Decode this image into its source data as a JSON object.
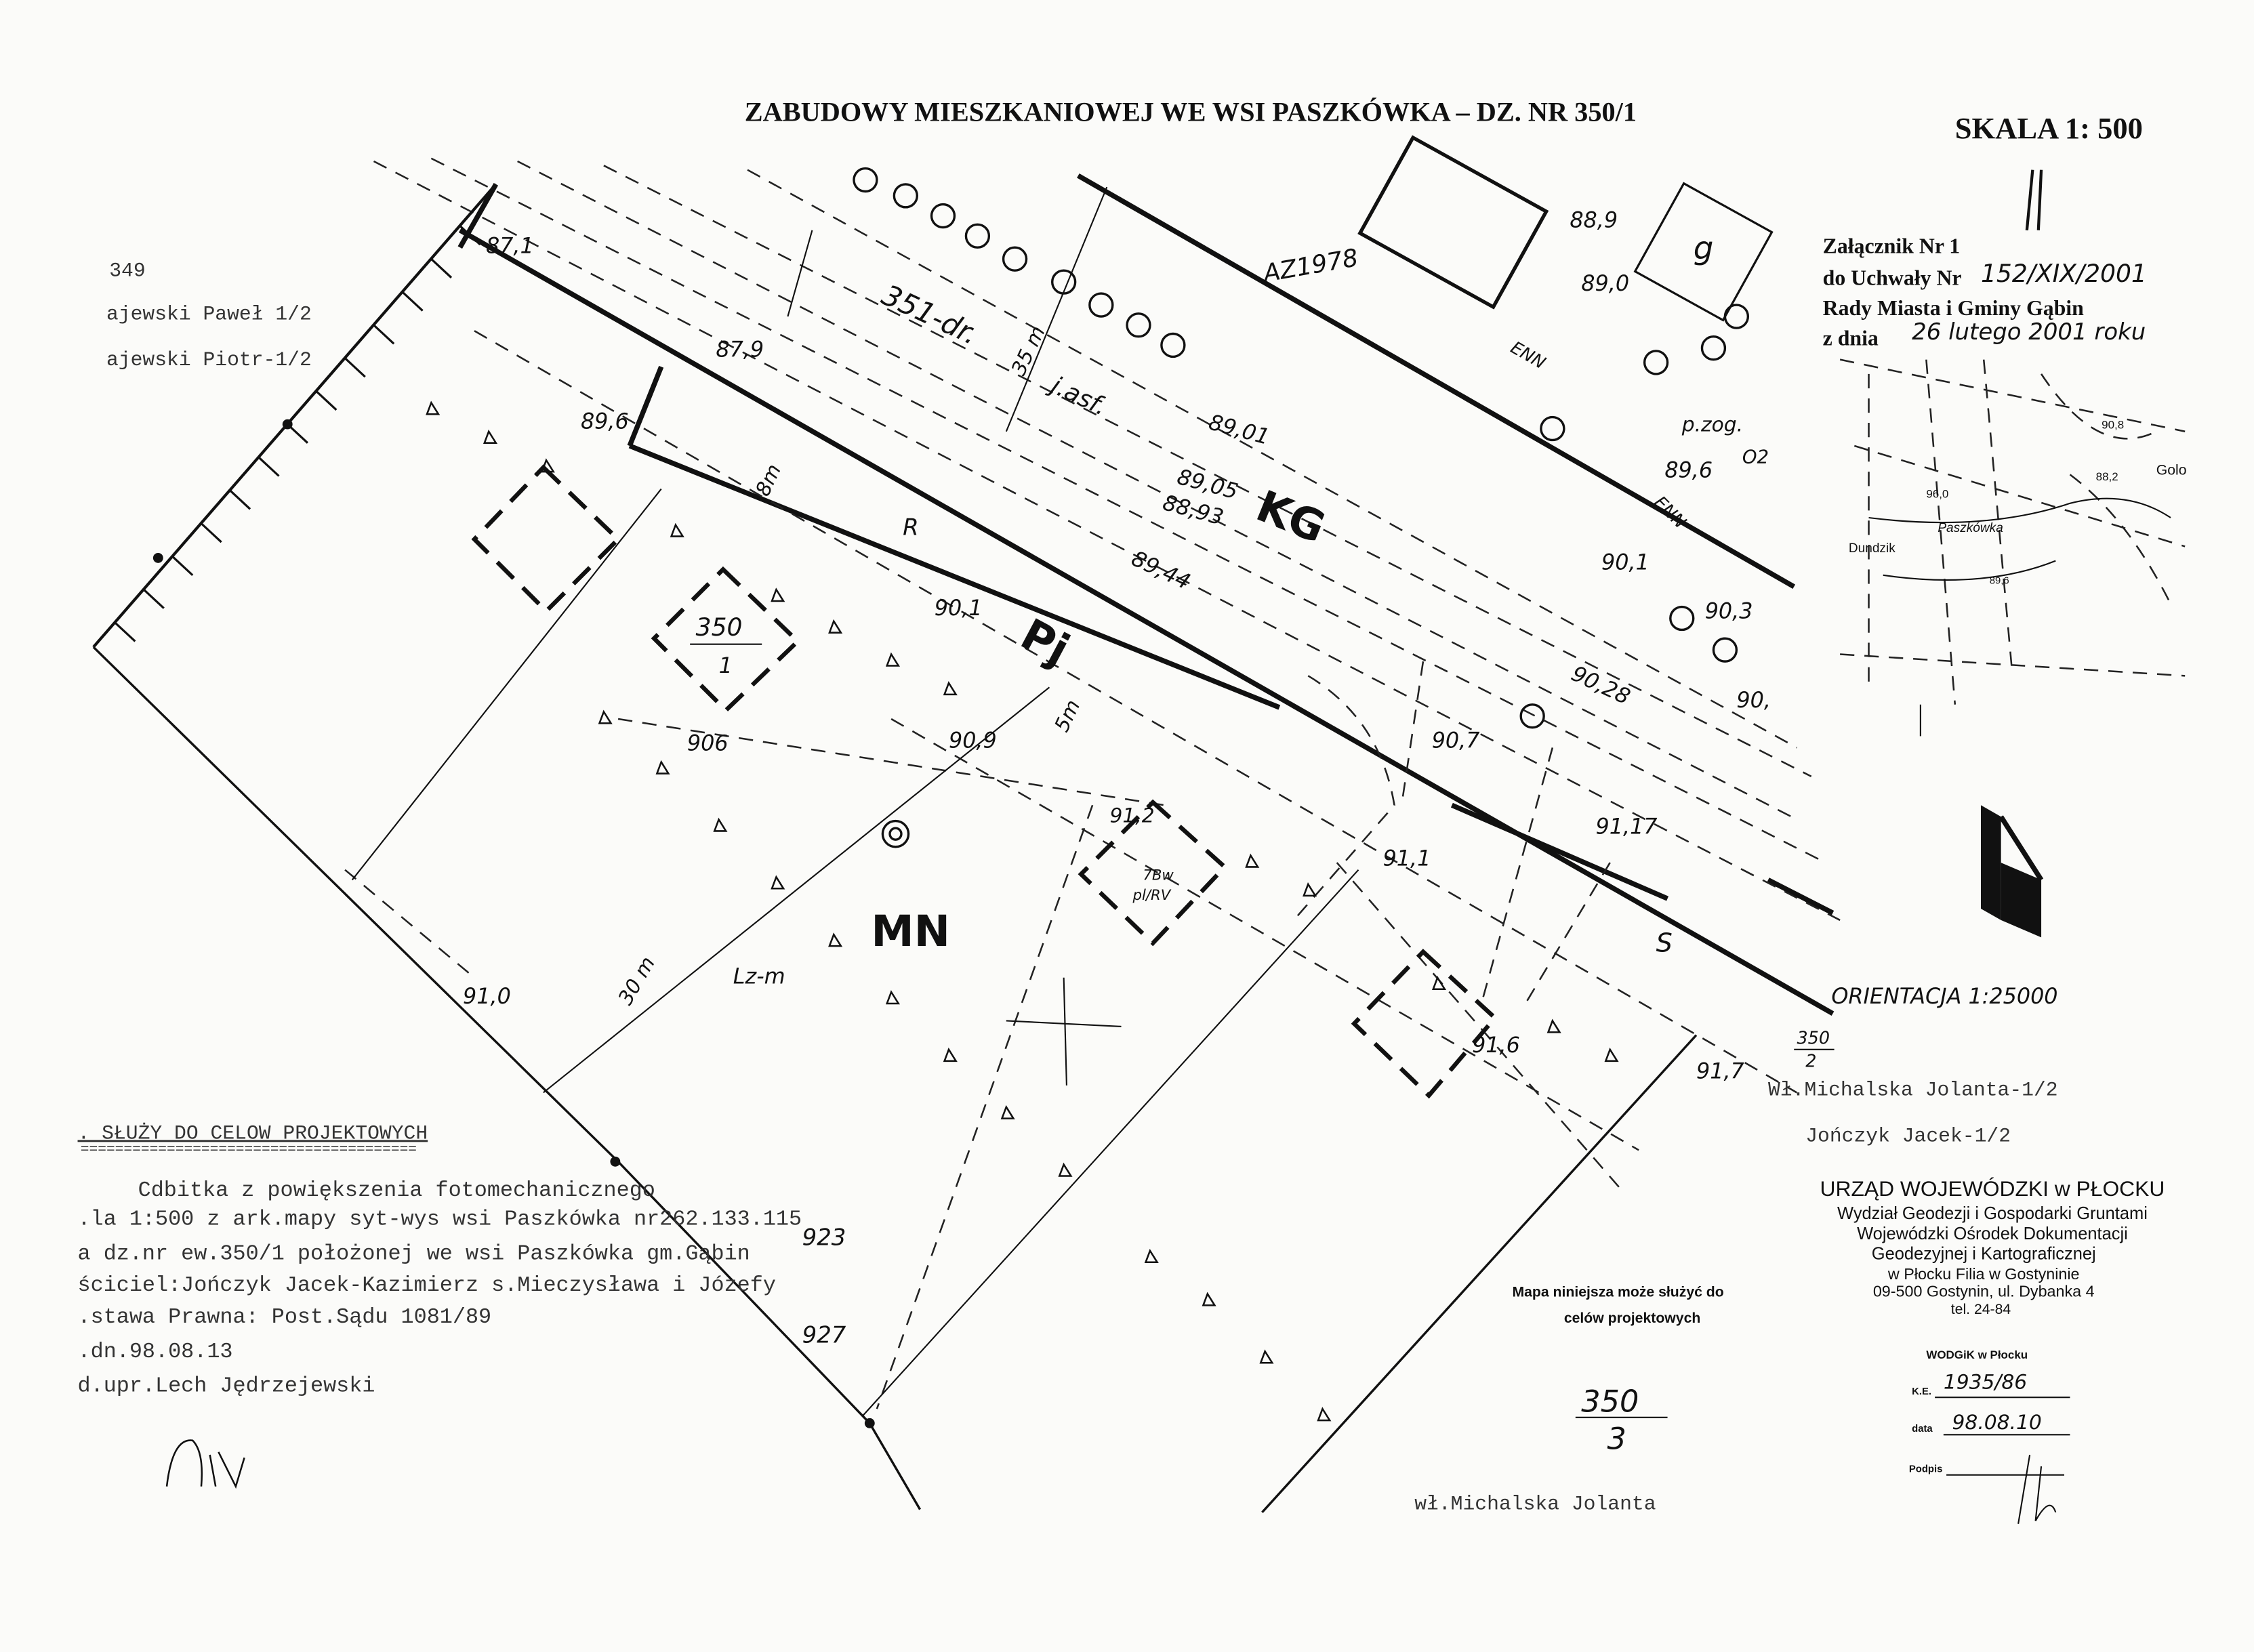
{
  "header": {
    "title": "ZABUDOWY MIESZKANIOWEJ WE WSI PASZKÓWKA – DZ. NR 350/1",
    "scale": "SKALA 1: 500"
  },
  "annex": {
    "line1": "Załącznik Nr 1",
    "line2_label": "do Uchwały Nr",
    "line2_value": "152/XIX/2001",
    "line3": "Rady Miasta i Gminy Gąbin",
    "line4_label": "z dnia",
    "line4_value": "26 lutego 2001 roku"
  },
  "inset_map": {
    "labels": [
      "90,8",
      "Golo",
      "88,2",
      "96,0",
      "Paszkówka",
      "Dundzik",
      "89,6"
    ],
    "orientation": "ORIENTACJA 1:25000"
  },
  "left_owners": {
    "parcel": "349",
    "owner1": "ajewski Paweł 1/2",
    "owner2": "ajewski Piotr-1/2"
  },
  "map_labels": {
    "zone_kg": "KG",
    "zone_pj": "Pj",
    "zone_mn": "MN",
    "parcel_350_1_num": "350",
    "parcel_350_1_den": "1",
    "road": "351-dr.",
    "road_surface": "j.asf.",
    "az": "AZ1978",
    "g": "g",
    "pzog": "p.zog.",
    "o2": "O2",
    "bw": "7Bw",
    "plrv": "pl/RV",
    "r": "R",
    "s": "S",
    "lz": "Lz-m",
    "dist_35": "35 m",
    "dist_8": "8m",
    "dist_5": "5m",
    "dist_30": "30 m",
    "enn1": "ENN",
    "enn2": "ENN",
    "elevations": [
      "87,1",
      "87,9",
      "89,6",
      "88,9",
      "89,0",
      "89,01",
      "89,05",
      "88,93",
      "89,44",
      "89,6",
      "90,1",
      "90,3",
      "90,28",
      "90,",
      "90,1",
      "906",
      "90,9",
      "90,7",
      "91,2",
      "91,1",
      "91,17",
      "91,0",
      "91,6",
      "91,7",
      "923",
      "927"
    ]
  },
  "neighbors": {
    "parcel_350_2_num": "350",
    "parcel_350_2_den": "2",
    "owner_a": "Wł.Michalska Jolanta-1/2",
    "owner_b": "Jończyk Jacek-1/2",
    "parcel_350_3_num": "350",
    "parcel_350_3_den": "3",
    "bottom_owner": "wł.Michalska Jolanta"
  },
  "notes": {
    "heading": ". SŁUŻY  DO  CELOW  PROJEKTOWYCH",
    "underline": "=======================================",
    "lines": [
      "Cdbitka z powiększenia fotomechanicznego",
      ".la 1:500 z ark.mapy syt-wys wsi Paszkówka nr262.133.115",
      "a dz.nr ew.350/1  położonej we wsi Paszkówka gm.Gąbin",
      "ściciel:Jończyk Jacek-Kazimierz s.Mieczysława i Józefy",
      ".stawa Prawna: Post.Sądu 1081/89",
      ".dn.98.08.13",
      "d.upr.Lech Jędrzejewski"
    ],
    "map_usage_1": "Mapa niniejsza może służyć do",
    "map_usage_2": "celów projektowych"
  },
  "stamp": {
    "lines": [
      "URZĄD WOJEWÓDZKI w PŁOCKU",
      "Wydział Geodezji i Gospodarki Gruntami",
      "Wojewódzki Ośrodek Dokumentacji",
      "Geodezyjnej i Kartograficznej",
      "w Płocku Filia w Gostyninie",
      "09-500 Gostynin, ul. Dybanka 4",
      "tel. 24-84"
    ],
    "odgik": "WODGiK w Płocku",
    "ks_label": "K.E.",
    "ks_value": "1935/86",
    "date_label": "data",
    "date_value": "98.08.10",
    "sign_label": "Podpis"
  }
}
